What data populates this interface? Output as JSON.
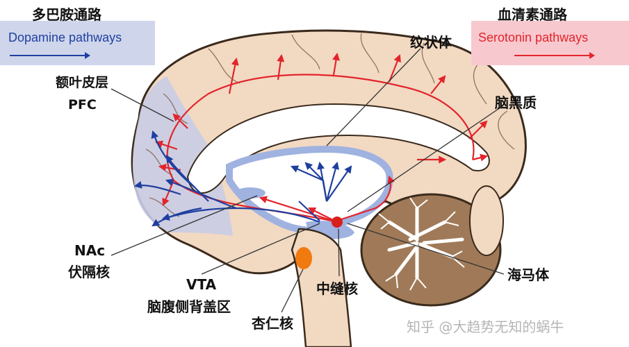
{
  "legend": {
    "dopamine": {
      "title_zh": "多巴胺通路",
      "title_en": "Dopamine pathways",
      "color": "#1f3f9f",
      "bg": "#cfd6ec"
    },
    "serotonin": {
      "title_zh": "血清素通路",
      "title_en": "Serotonin pathways",
      "color": "#e3242b",
      "bg": "#f7c9cf"
    }
  },
  "labels": {
    "pfc_zh": "额叶皮层",
    "pfc_en": "PFC",
    "striatum": "纹状体",
    "substantia_nigra": "脑黑质",
    "nac_en": "NAc",
    "nac_zh": "伏隔核",
    "vta_en": "VTA",
    "vta_zh": "脑腹侧背盖区",
    "raphe": "中缝核",
    "amygdala": "杏仁核",
    "hippocampus": "海马体"
  },
  "watermark": "知乎 @大趋势无知的蜗牛",
  "colors": {
    "brain_fill": "#f2d9c2",
    "brain_stroke": "#3a2a1c",
    "pfc_tint": "#c9cce6",
    "dopamine_region": "#9fb2e0",
    "raphe_dot": "#d8201c",
    "amygdala_dot": "#f07a10"
  }
}
